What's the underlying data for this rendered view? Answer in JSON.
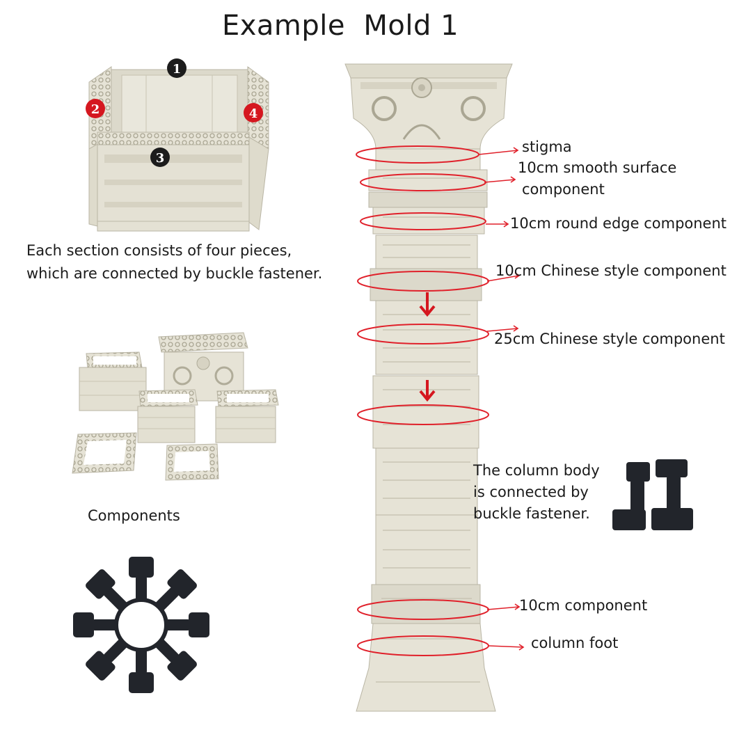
{
  "title": "Example  Mold 1",
  "section_note": {
    "line1": "Each section consists of four pieces,",
    "line2": "which are connected by buckle fastener."
  },
  "components_caption": "Components",
  "assembly_badges": [
    "1",
    "2",
    "3",
    "4"
  ],
  "column_labels": {
    "stigma": "stigma",
    "smooth_line1": "10cm smooth surface",
    "smooth_line2": "component",
    "round_edge": "10cm round edge component",
    "chinese_10": "10cm Chinese style component",
    "chinese_25": "25cm Chinese style component",
    "component_10": "10cm component",
    "column_foot": "column foot"
  },
  "body_note": {
    "line1": "The column body",
    "line2": "is connected by",
    "line3": "buckle fastener."
  },
  "colors": {
    "mold": "#e6e3d6",
    "mold_edge": "#b9b5a4",
    "mold_shadow": "#cfcbbb",
    "marker_red": "#e0202a",
    "badge_black": "#1c1c1c",
    "badge_red": "#d5171f",
    "fastener": "#22252b"
  }
}
